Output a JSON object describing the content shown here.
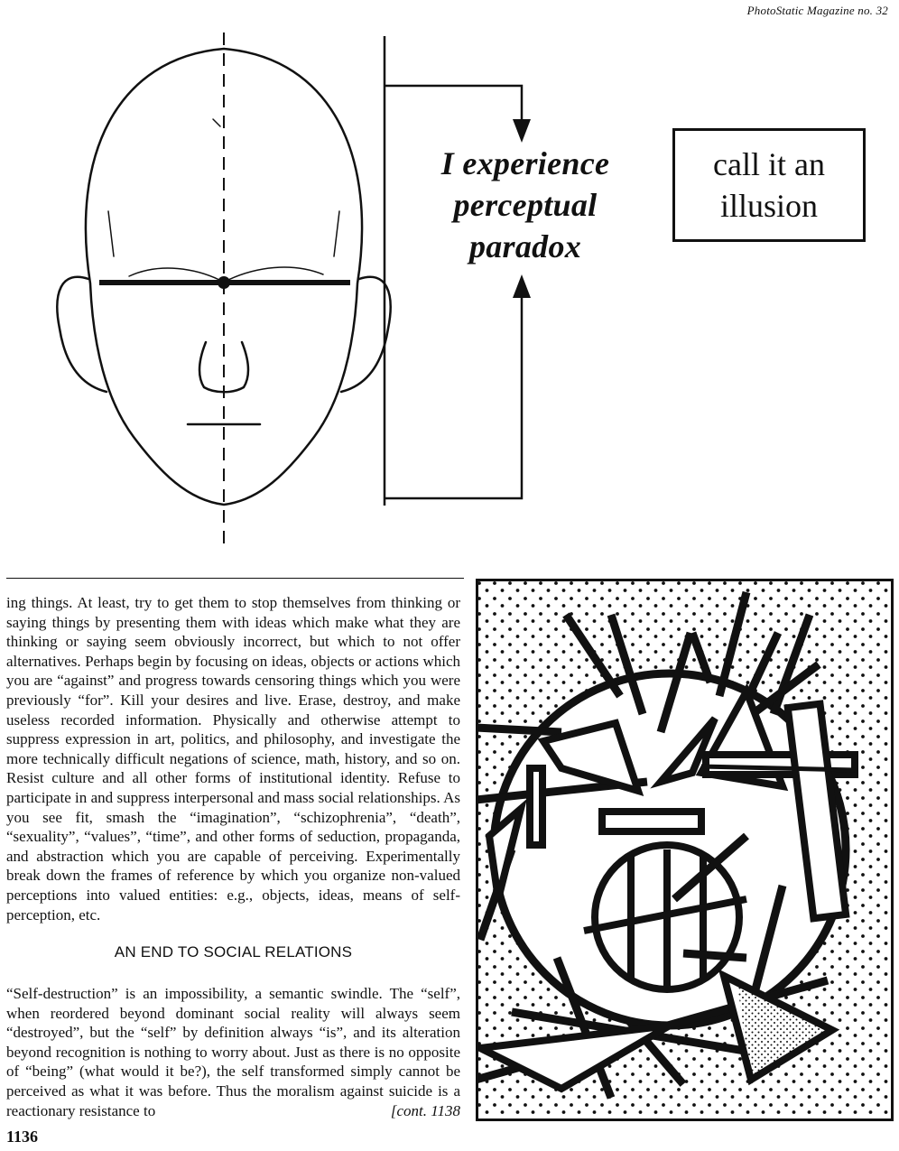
{
  "header": {
    "running_title": "PhotoStatic Magazine no. 32"
  },
  "figure": {
    "caption_lines": [
      "I experience",
      "perceptual",
      "paradox"
    ],
    "box_lines": [
      "call it an",
      "illusion"
    ]
  },
  "article": {
    "paragraph_1": "ing things.  At least, try to get them to stop themselves from thinking or saying things by presenting them with ideas which make what they are thinking or saying seem obviously incorrect, but which to not offer alternatives.  Perhaps begin by focusing on ideas, objects or actions which you are “against” and progress towards censoring things which you were previously “for”.  Kill your desires and live.  Erase, destroy, and make useless recorded information.  Physically and otherwise attempt to suppress expression in art, politics, and philosophy, and investigate the more technically difficult negations of science, math, history, and so on.  Resist culture and all other forms of institutional identity.  Refuse to participate in and suppress interpersonal and mass social relationships.  As you see fit, smash the “imagination”, “schizophrenia”, “death”, “sexuality”, “values”, “time”, and other forms of seduction, propaganda, and abstraction which you are capable of perceiving.  Experimentally break down the frames of reference by which you organize non-valued perceptions into valued entities:  e.g., objects, ideas, means of self-perception, etc.",
    "section_heading": "AN END TO SOCIAL RELATIONS",
    "paragraph_2": "“Self-destruction” is an impossibility, a semantic swindle.  The “self”, when reordered beyond dominant social reality will always seem “destroyed”, but the “self” by definition always “is”, and its alteration beyond recognition is nothing to worry about.  Just as there is no opposite of “being” (what would it be?), the self transformed simply cannot be perceived as what it was before.  Thus the moralism against suicide is a reactionary resistance to",
    "continuation": "[cont. 1138"
  },
  "footer": {
    "page_number": "1136"
  }
}
